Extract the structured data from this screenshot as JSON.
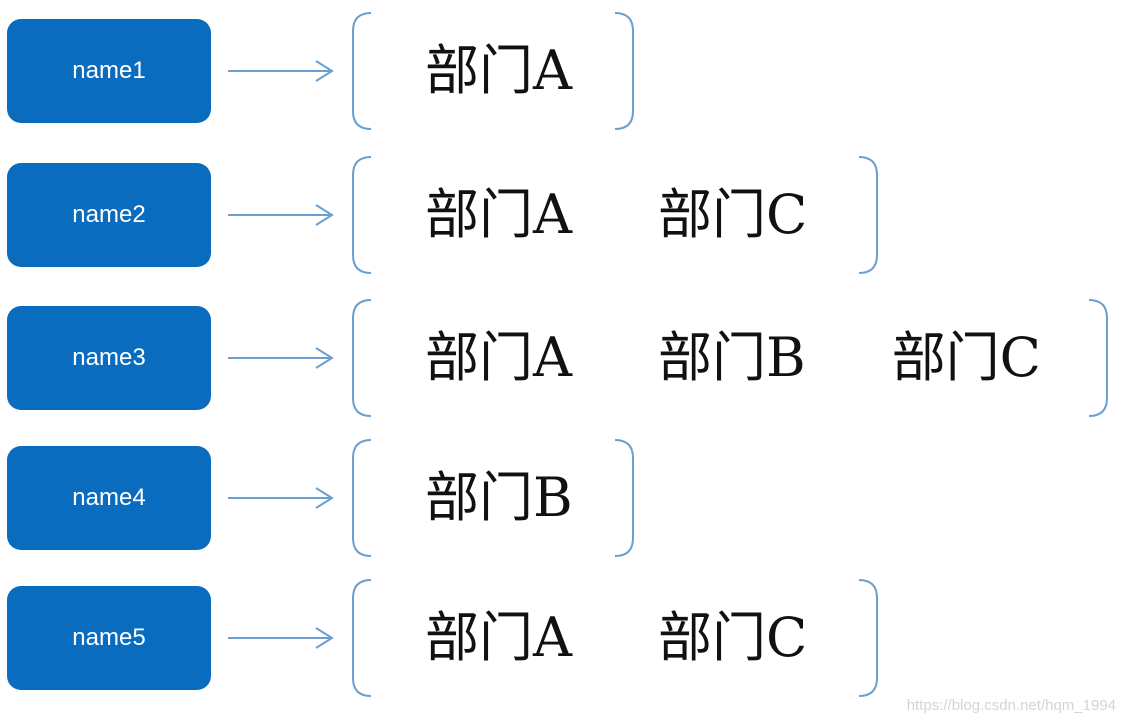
{
  "rows": [
    {
      "name": "name1",
      "departments": [
        "部门A"
      ]
    },
    {
      "name": "name2",
      "departments": [
        "部门A",
        "部门C"
      ]
    },
    {
      "name": "name3",
      "departments": [
        "部门A",
        "部门B",
        "部门C"
      ]
    },
    {
      "name": "name4",
      "departments": [
        "部门B"
      ]
    },
    {
      "name": "name5",
      "departments": [
        "部门A",
        "部门C"
      ]
    }
  ],
  "watermark": "https://blog.csdn.net/hqm_1994",
  "colors": {
    "name_box": "#0a6cbf",
    "arrow_and_brace": "#6a9fd0",
    "dept_text": "#111111"
  }
}
